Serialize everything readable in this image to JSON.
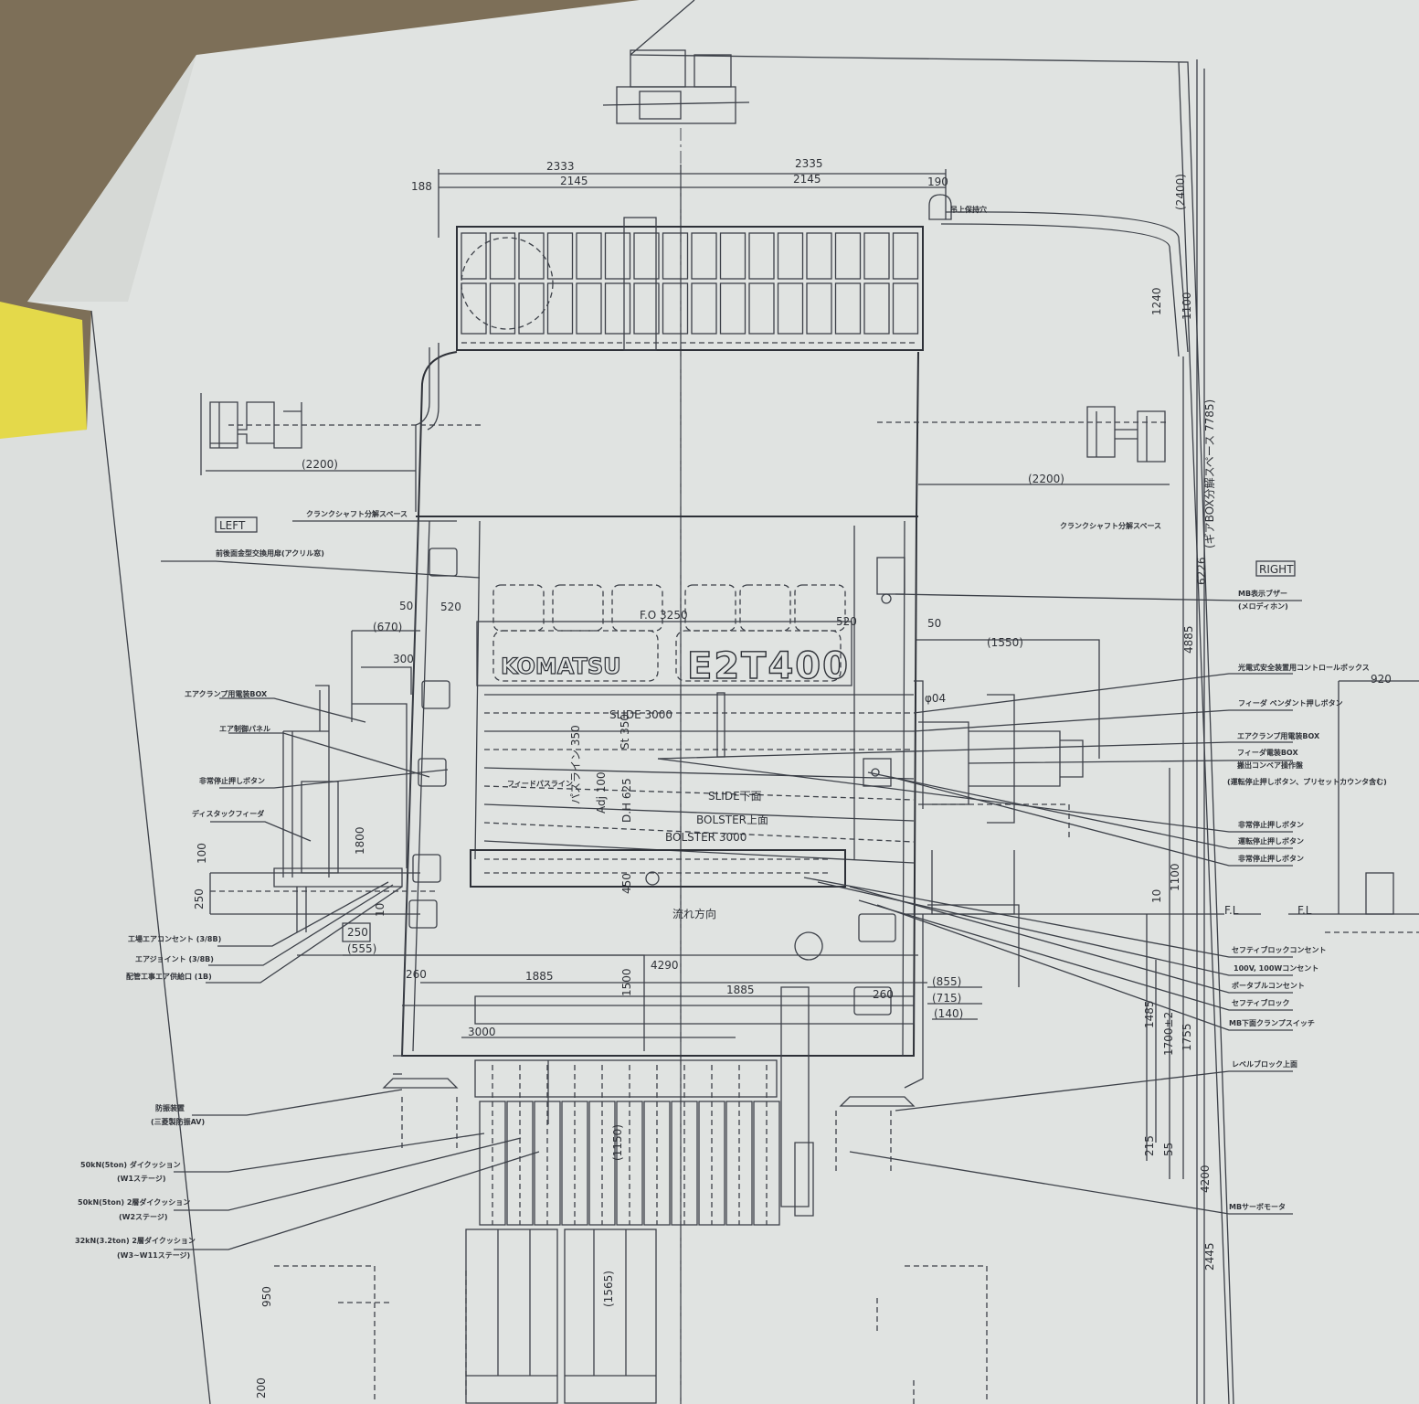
{
  "colors": {
    "paper": "#e4e7e5",
    "wood": "#7d6f58",
    "yellow": "#e4d94a",
    "ink": "#3c4048"
  },
  "title": {
    "brand": "KOMATSU",
    "model": "E2T400"
  },
  "views": {
    "left": "LEFT",
    "right": "RIGHT"
  },
  "dims": {
    "w2333": "2333",
    "w2335": "2335",
    "w188": "188",
    "w2145a": "2145",
    "w2145b": "2145",
    "w190": "190",
    "crank_l": "(2200)",
    "crank_r": "(2200)",
    "l50": "50",
    "l520": "520",
    "fo": "F.O 3250",
    "r520": "520",
    "r50": "50",
    "l670": "(670)",
    "l300": "300",
    "r1550": "(1550)",
    "d04": "φ04",
    "slide": "SLIDE 3000",
    "st": "St 350",
    "passline": "パスライン 350",
    "adj": "Adj 100",
    "dh": "D.H 625",
    "slide_bottom": "SLIDE下面",
    "bolster_top": "BOLSTER上面",
    "bolster": "BOLSTER 3000",
    "l1800": "1800",
    "l100": "100",
    "l250a": "250",
    "l10a": "10",
    "l250b": "250",
    "l555": "(555)",
    "h450": "450",
    "flow": "流れ方向",
    "h1500": "1500",
    "w4290": "4290",
    "l260": "260",
    "l1885": "1885",
    "r1885": "1885",
    "r260": "260",
    "r855": "(855)",
    "r715": "(715)",
    "r140": "(140)",
    "w3000": "3000",
    "h1150": "(1150)",
    "h1565": "(1565)",
    "h950": "950",
    "h200": "200",
    "fl1": "F.L",
    "fl2": "F.L",
    "w920": "920",
    "v1240": "1240",
    "v1100a": "1100",
    "v2400": "(2400)",
    "v7785": "(ギアBOX分解スペース 7785)",
    "v6226": "6226",
    "v4885": "4885",
    "v1100b": "1100",
    "v10": "10",
    "v1485": "1485",
    "v1700": "1700±2",
    "v1755": "1755",
    "v215": "215",
    "v55": "55",
    "v4200": "4200",
    "v2445": "2445"
  },
  "callouts_left": [
    "クランクシャフト分解スペース",
    "前後面金型交換用扉(アクリル窓)",
    "エアクランプ用電装BOX",
    "エア制御パネル",
    "非常停止押しボタン",
    "ディスタックフィーダ",
    "工場エアコンセント (3/8B)",
    "エアジョイント (3/8B)",
    "配管工事エア供給口 (1B)",
    "防振装置",
    "(三菱製防振AV)",
    "50kN(5ton) ダイクッション",
    "(W1ステージ)",
    "50kN(5ton) 2層ダイクッション",
    "(W2ステージ)",
    "32kN(3.2ton) 2層ダイクッション",
    "(W3~W11ステージ)"
  ],
  "callouts_right": [
    "クランクシャフト分解スペース",
    "吊上保持穴",
    "MB表示ブザー",
    "(メロディホン)",
    "光電式安全装置用コントロールボックス",
    "フィーダ ペンダント押しボタン",
    "エアクランプ用電装BOX",
    "フィーダ電装BOX",
    "搬出コンベア操作盤",
    "(運転停止押しボタン、プリセットカウンタ含む)",
    "非常停止押しボタン",
    "運転停止押しボタン",
    "非常停止押しボタン",
    "セフティブロックコンセント",
    "100V, 100Wコンセント",
    "ポータブルコンセント",
    "セフティブロック",
    "MB下面クランプスイッチ",
    "レベルブロック上面",
    "MBサーボモータ"
  ],
  "feed_passline": "フィードパスライン"
}
